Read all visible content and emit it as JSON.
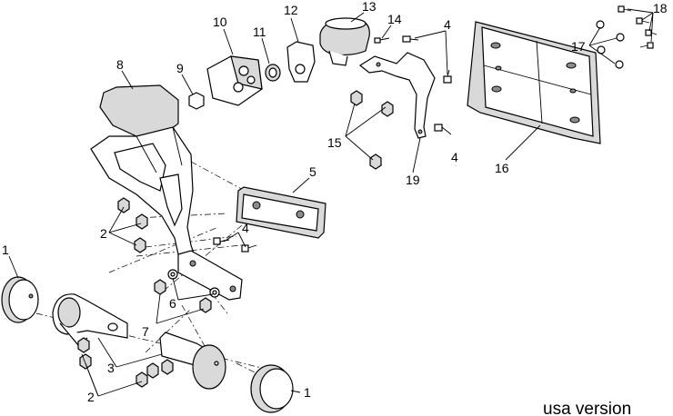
{
  "callouts": {
    "n1_top": "1",
    "n1_bottom": "1",
    "n2_mid": "2",
    "n2_bottom": "2",
    "n3": "3",
    "n4_center": "4",
    "n4_top": "4",
    "n4_right": "4",
    "n5": "5",
    "n6": "6",
    "n7": "7",
    "n8": "8",
    "n9": "9",
    "n10": "10",
    "n11": "11",
    "n12": "12",
    "n13": "13",
    "n14": "14",
    "n15": "15",
    "n16": "16",
    "n17": "17",
    "n18": "18",
    "n19": "19"
  },
  "caption": "usa version"
}
